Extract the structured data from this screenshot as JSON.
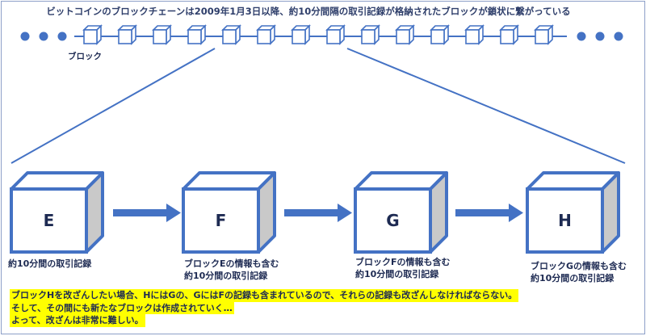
{
  "title": "ビットコインのブロックチェーンは2009年1月3日以降、約10分間隔の取引記録が格納されたブロックが鎖状に繋がっている",
  "chain_label": "ブロック",
  "blocks": [
    {
      "letter": "E",
      "caption_lines": [
        "約10分間の取引記録"
      ]
    },
    {
      "letter": "F",
      "caption_lines": [
        "ブロックEの情報も含む",
        "約10分間の取引記録"
      ]
    },
    {
      "letter": "G",
      "caption_lines": [
        "ブロックFの情報も含む",
        "約10分間の取引記録"
      ]
    },
    {
      "letter": "H",
      "caption_lines": [
        "ブロックGの情報も含む",
        "約10分間の取引記録"
      ]
    }
  ],
  "note_lines": [
    "ブロックHを改ざんしたい場合、HにはGの、GにはFの記録も含まれているので、それらの記録も改ざんしなければならない。",
    "そして、その間にも新たなブロックは作成されていく…",
    "よって、改ざんは非常に難しい。"
  ],
  "colors": {
    "accent": "#4472c4",
    "side": "#c9c9c9",
    "highlight": "#ffff00"
  }
}
